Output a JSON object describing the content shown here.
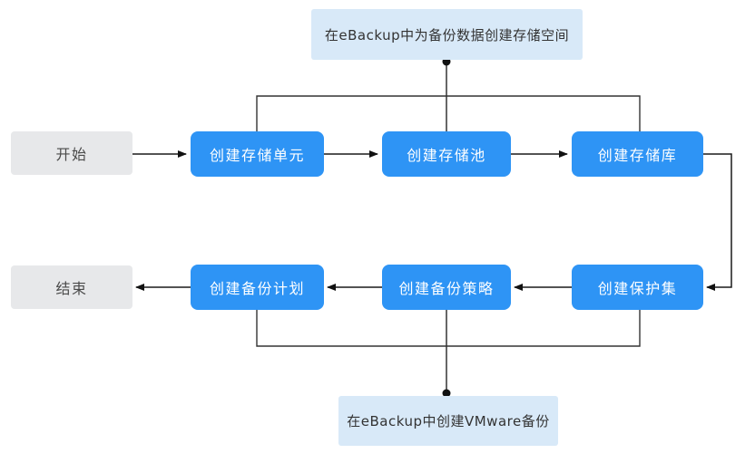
{
  "annotations": {
    "top": "在eBackup中为备份数据创建存储空间",
    "bottom": "在eBackup中创建VMware备份"
  },
  "nodes": {
    "start": "开始",
    "create_storage_unit": "创建存储单元",
    "create_storage_pool": "创建存储池",
    "create_storage_repository": "创建存储库",
    "create_protected_set": "创建保护集",
    "create_backup_policy": "创建备份策略",
    "create_backup_plan": "创建备份计划",
    "end": "结束"
  },
  "colors": {
    "process_node": "#2E94F5",
    "process_text": "#FFFFFF",
    "terminal_node": "#E7E8EA",
    "terminal_text": "#4A4A4A",
    "annotation_bg": "#D8E9F8",
    "annotation_text": "#333333",
    "connector_line": "#333333",
    "arrowhead": "#111111"
  }
}
